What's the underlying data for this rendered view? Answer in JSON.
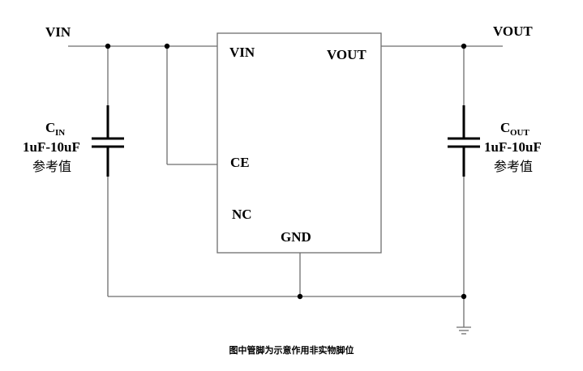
{
  "net_labels": {
    "vin": "VIN",
    "vout": "VOUT"
  },
  "chip": {
    "pins": {
      "vin": "VIN",
      "vout": "VOUT",
      "ce": "CE",
      "nc": "NC",
      "gnd": "GND"
    }
  },
  "c_in": {
    "symbol": "C",
    "subscript": "IN",
    "range": "1uF-10uF",
    "note": "参考值"
  },
  "c_out": {
    "symbol": "C",
    "subscript": "OUT",
    "range": "1uF-10uF",
    "note": "参考值"
  },
  "caption": "图中管脚为示意作用非实物脚位"
}
